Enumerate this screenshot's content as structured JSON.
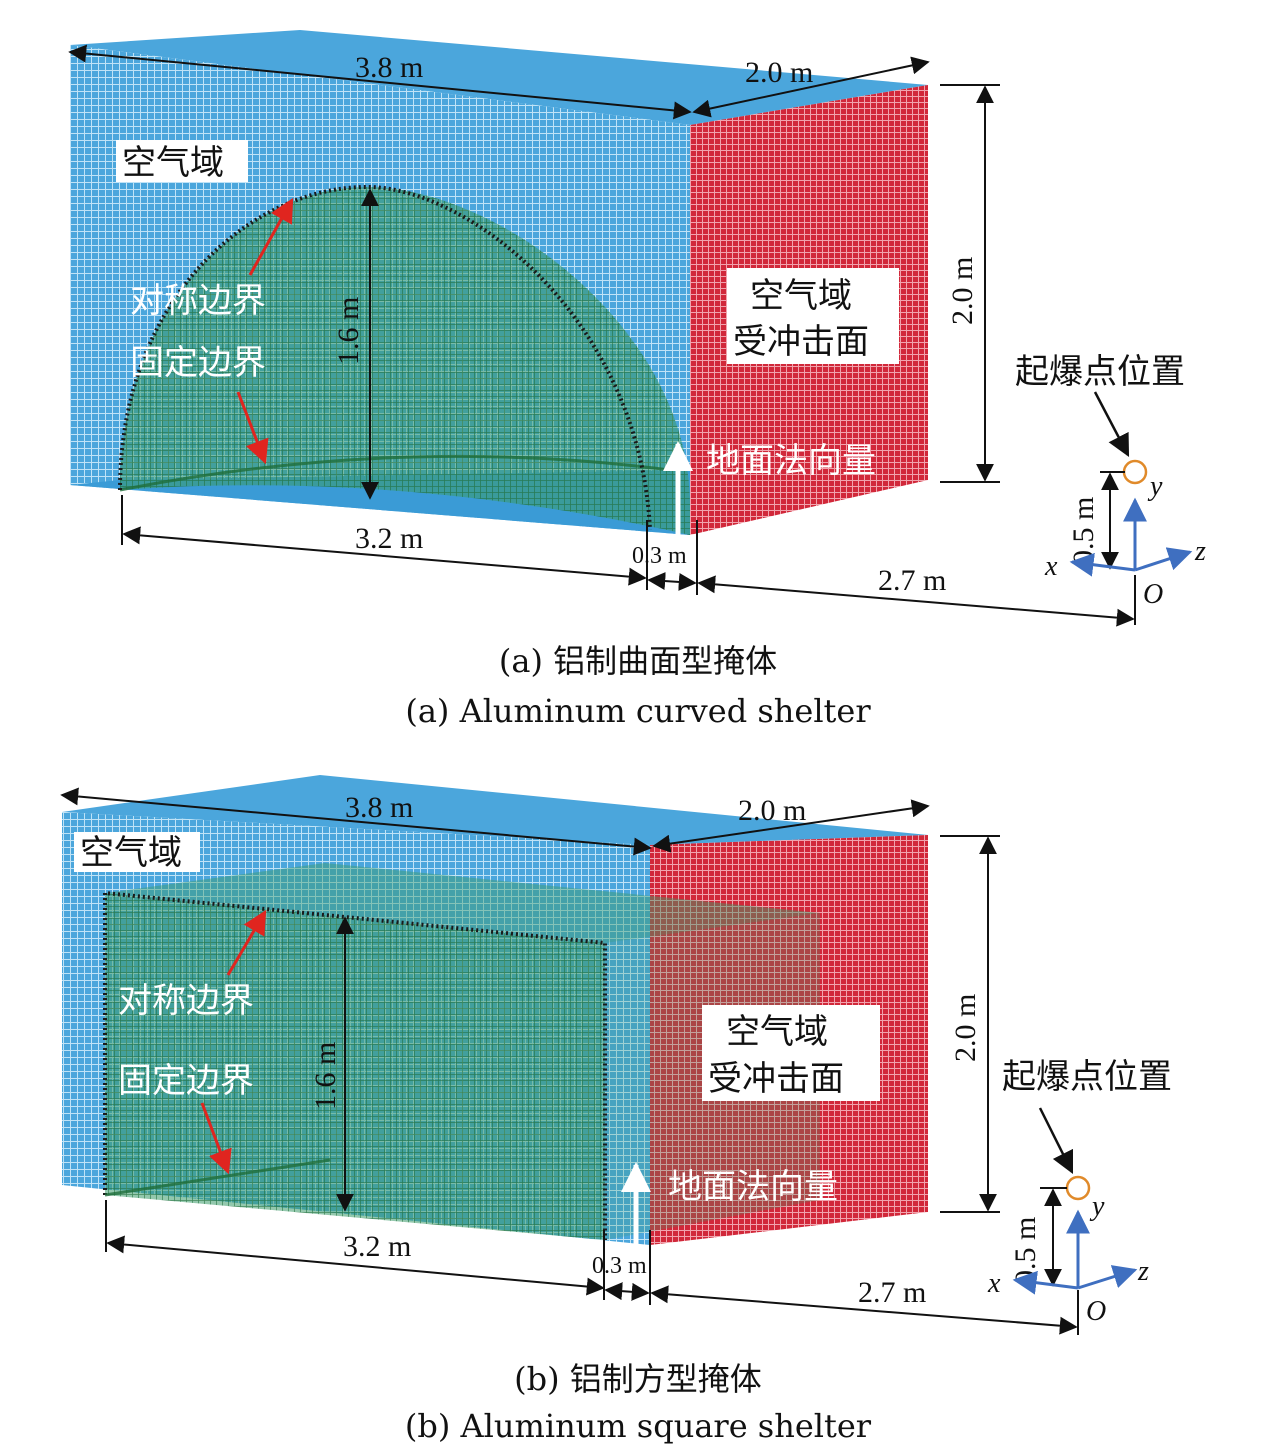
{
  "colors": {
    "air": "#3a9bd6",
    "air_dark": "#2c86c2",
    "impact_face": "#d1283a",
    "shelter": "#2e9a4a",
    "boundary": "#1a1a1a",
    "arrow_red": "#e0251f",
    "axis_blue": "#3f6fc0",
    "charge": "#e08a2a"
  },
  "panel_a": {
    "label_air": "空气域",
    "label_sym": "对称边界",
    "label_fixed": "固定边界",
    "label_face_1": "空气域",
    "label_face_2": "受冲击面",
    "label_normal": "地面法向量",
    "label_detonation": "起爆点位置",
    "dim_length": "3.8 m",
    "dim_width": "2.0 m",
    "dim_height": "2.0 m",
    "dim_shelter_height": "1.6 m",
    "dim_shelter_length": "3.2 m",
    "dim_gap": "0.3 m",
    "dim_standoff": "2.7 m",
    "dim_charge_height": "0.5 m",
    "axis_x": "x",
    "axis_y": "y",
    "axis_z": "z",
    "axis_o": "O",
    "caption_zh": "(a) 铝制曲面型掩体",
    "caption_en": "(a) Aluminum curved shelter"
  },
  "panel_b": {
    "label_air": "空气域",
    "label_sym": "对称边界",
    "label_fixed": "固定边界",
    "label_face_1": "空气域",
    "label_face_2": "受冲击面",
    "label_normal": "地面法向量",
    "label_detonation": "起爆点位置",
    "dim_length": "3.8 m",
    "dim_width": "2.0 m",
    "dim_height": "2.0 m",
    "dim_shelter_height": "1.6 m",
    "dim_shelter_length": "3.2 m",
    "dim_gap": "0.3 m",
    "dim_standoff": "2.7 m",
    "dim_charge_height": "0.5 m",
    "axis_x": "x",
    "axis_y": "y",
    "axis_z": "z",
    "axis_o": "O",
    "caption_zh": "(b) 铝制方型掩体",
    "caption_en": "(b) Aluminum square shelter"
  }
}
